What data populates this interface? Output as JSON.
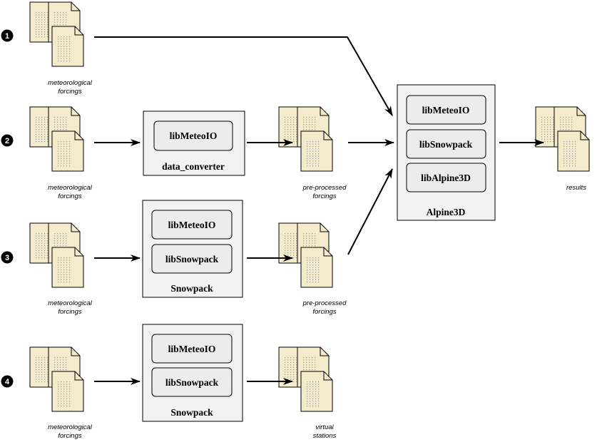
{
  "rows": [
    {
      "number": "1",
      "input_caption": [
        "meteorological",
        "forcings"
      ]
    },
    {
      "number": "2",
      "input_caption": [
        "meteorological",
        "forcings"
      ]
    },
    {
      "number": "3",
      "input_caption": [
        "meteorological",
        "forcings"
      ]
    },
    {
      "number": "4",
      "input_caption": [
        "meteorological",
        "forcings"
      ]
    }
  ],
  "tools": {
    "data_converter": {
      "title": "data_converter",
      "modules": [
        "libMeteoIO"
      ]
    },
    "snowpack_row3": {
      "title": "Snowpack",
      "modules": [
        "libMeteoIO",
        "libSnowpack"
      ]
    },
    "snowpack_row4": {
      "title": "Snowpack",
      "modules": [
        "libMeteoIO",
        "libSnowpack"
      ]
    },
    "alpine3d": {
      "title": "Alpine3D",
      "modules": [
        "libMeteoIO",
        "libSnowpack",
        "libAlpine3D"
      ]
    }
  },
  "outputs": {
    "preprocessed_row2": [
      "pre-processed",
      "forcings"
    ],
    "preprocessed_row3": [
      "pre-processed",
      "forcings"
    ],
    "virtual_stations": [
      "virtual",
      "stations"
    ],
    "results": [
      "results"
    ]
  },
  "colors": {
    "document_fill": "#f3ebcc",
    "document_stroke": "#000000",
    "document_dots": "#9a9a9a",
    "box_fill": "#f2f2f2",
    "module_fill": "#ececec",
    "stroke": "#000000",
    "badge": "#000000"
  },
  "icons": {
    "document": "document-stack-icon",
    "badge": "number-badge-icon",
    "arrow": "arrow-icon"
  }
}
